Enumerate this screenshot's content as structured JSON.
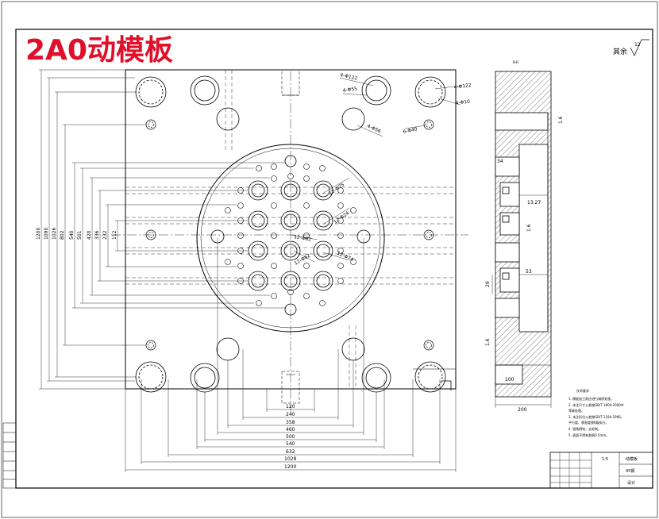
{
  "title": "2A0动模板",
  "roughness_general": "其余",
  "roughness_value": "12",
  "plan": {
    "horizontal_dims": [
      "120",
      "240",
      "358",
      "460",
      "500",
      "540",
      "632",
      "1028",
      "1200"
    ],
    "vertical_dims": [
      "1200",
      "1090",
      "1026",
      "802",
      "540",
      "501",
      "420",
      "336",
      "232",
      "112"
    ],
    "hole_callouts": [
      "4-Φ122",
      "4-Φ55",
      "4-Φ122",
      "4-Φ10",
      "4-Φ56",
      "6-Φ40",
      "12-Φ75",
      "12-Φ24",
      "12-Φ62",
      "12-Φ62",
      "12-Φ74"
    ]
  },
  "section": {
    "label": "B-B",
    "dims": [
      "34",
      "13.27",
      "29",
      "53",
      "100",
      "200"
    ],
    "roughness": [
      "1.6",
      "1.6",
      "1.6"
    ]
  },
  "notes": {
    "heading": "技术要求",
    "lines": [
      "1. 模板加工前应进行调质处理。",
      "2. 未注尺寸公差按GB/T 1804-2000中",
      "   等级处理。",
      "3. 未注形位公差按GB/T 1184-1996，",
      "   平行度、垂直度按K级执行。",
      "4. 锐角倒钝，去毛刺。",
      "5. 表面不得有划痕0.5mm。"
    ]
  },
  "title_block": {
    "scale": "1:5",
    "part_name": "动模板",
    "material": "45钢",
    "school": "设计"
  }
}
